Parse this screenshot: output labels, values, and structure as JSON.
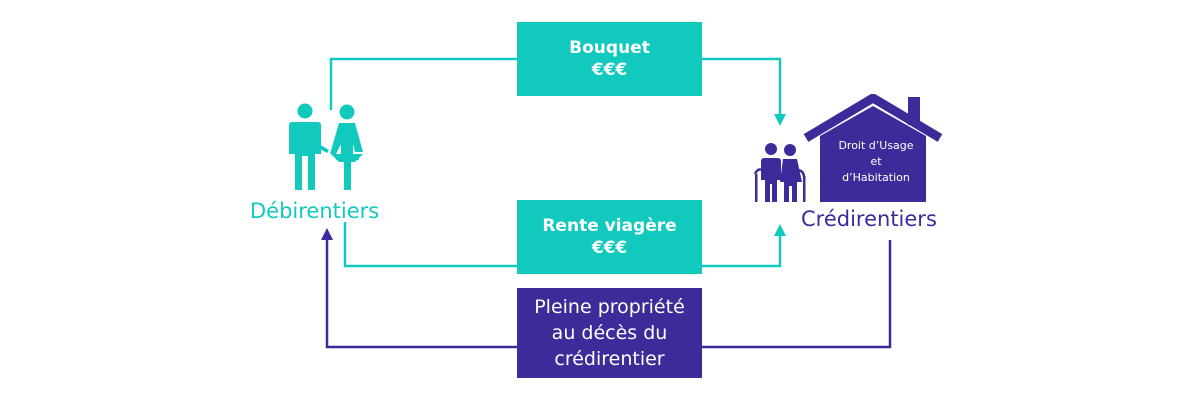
{
  "parties": {
    "left_label": "Débirentiers",
    "right_label": "Crédirentiers"
  },
  "house": {
    "line1": "Droit d’Usage",
    "line2": "et",
    "line3": "d’Habitation"
  },
  "flows": {
    "bouquet": {
      "title": "Bouquet",
      "amount": "€€€"
    },
    "rente": {
      "title": "Rente viagère",
      "amount": "€€€"
    },
    "pleine": {
      "line1": "Pleine propriété",
      "line2": "au décès du",
      "line3": "crédirentier"
    }
  },
  "colors": {
    "teal": "#12c9bd",
    "purple": "#3d2b9a"
  },
  "icons": {
    "left_people": "couple-icon",
    "right_people": "elderly-couple-icon",
    "house": "house-icon"
  }
}
